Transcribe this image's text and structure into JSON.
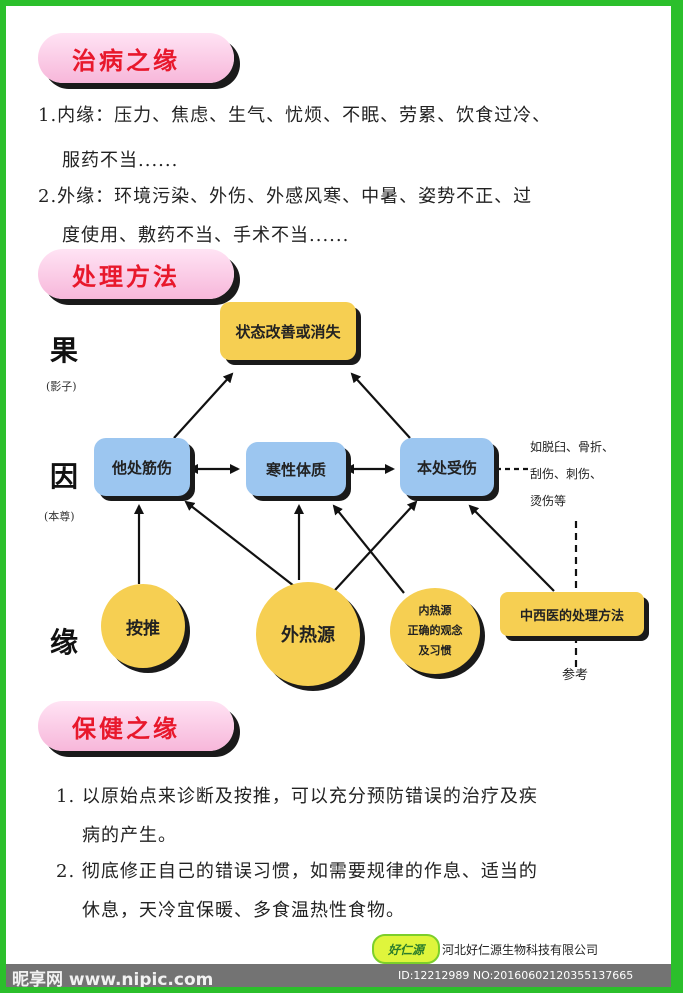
{
  "section1": {
    "title": "治病之缘",
    "item1_line1": "1.内缘：压力、焦虑、生气、忧烦、不眠、劳累、饮食过冷、",
    "item1_line2": "服药不当......",
    "item2_line1": "2.外缘：环境污染、外伤、外感风寒、中暑、姿势不正、过",
    "item2_line2": "度使用、敷药不当、手术不当......"
  },
  "section2": {
    "title": "处理方法",
    "side_guo": "果",
    "side_guo_sub": "(影子)",
    "side_yin": "因",
    "side_yin_sub": "(本尊)",
    "side_yuan": "缘",
    "result_box": "状态改善或消失",
    "cause_left": "他处筋伤",
    "cause_mid": "寒性体质",
    "cause_right": "本处受伤",
    "circle_massage": "按推",
    "circle_ext_heat": "外热源",
    "circle_int_heat_1": "内热源",
    "circle_int_heat_2": "正确的观念",
    "circle_int_heat_3": "及习惯",
    "method_box": "中西医的处理方法",
    "note_1": "如脱臼、骨折、",
    "note_2": "刮伤、刺伤、",
    "note_3": "烫伤等",
    "reference": "参考"
  },
  "section3": {
    "title": "保健之缘",
    "item1_line1": "1. 以原始点来诊断及按推，可以充分预防错误的治疗及疾",
    "item1_line2": "病的产生。",
    "item2_line1": "2. 彻底修正自己的错误习惯，如需要规律的作息、适当的",
    "item2_line2": "休息，天冷宜保暖、多食温热性食物。"
  },
  "footer": {
    "logo_text": "好仁源",
    "company": "河北好仁源生物科技有限公司"
  },
  "watermark": {
    "site": "昵享网 www.nipic.com",
    "id_text": "ID:12212989 NO:20160602120355137665"
  },
  "colors": {
    "border_green": "#2bbf2b",
    "title_red": "#e8182c",
    "pill_pink": "#f7b7da",
    "box_yellow": "#f6cf52",
    "box_blue": "#9cc6f0"
  }
}
